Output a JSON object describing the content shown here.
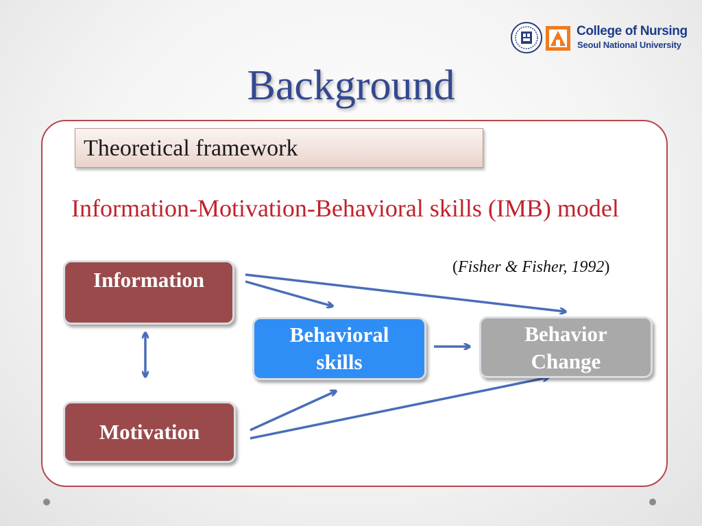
{
  "logo": {
    "line1": "College of Nursing",
    "line2": "Seoul National University",
    "seal_icon": "university-seal-icon",
    "mark_icon": "orange-emblem-icon"
  },
  "title": "Background",
  "section_label": "Theoretical framework",
  "model_name": "Information-Motivation-Behavioral skills (IMB) model",
  "citation": {
    "open": "(",
    "text": "Fisher & Fisher, 1992",
    "close": ")"
  },
  "diagram": {
    "information": "Information",
    "motivation": "Motivation",
    "skills_line1": "Behavioral",
    "skills_line2": "skills",
    "change_line1": "Behavior",
    "change_line2": "Change"
  },
  "colors": {
    "title": "#34488f",
    "frame_border": "#b5464a",
    "model_name": "#c0222c",
    "box_maroon": "#9b4a4c",
    "box_blue": "#2f8ef5",
    "box_grey": "#a9a9a9",
    "arrow": "#4a6db8"
  }
}
